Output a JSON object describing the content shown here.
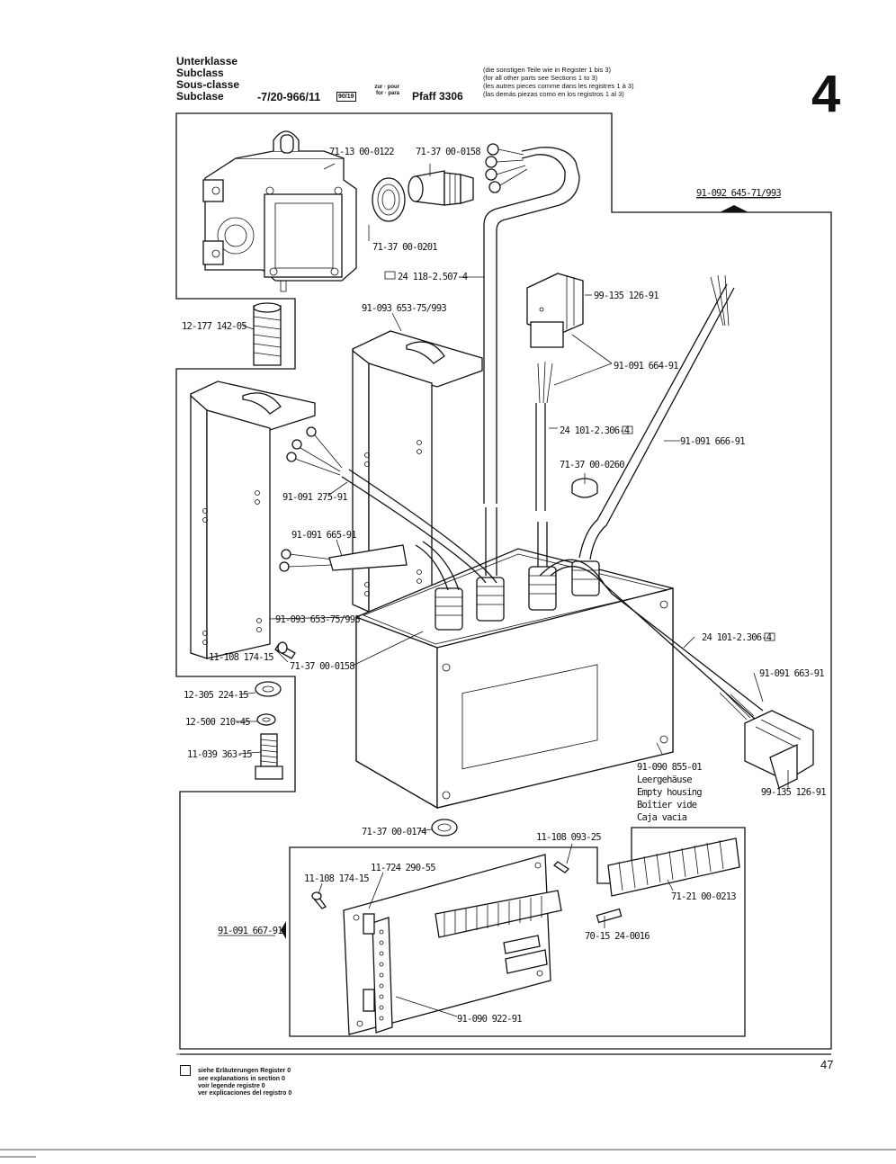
{
  "header": {
    "subclass_de": "Unterklasse",
    "subclass_en": "Subclass",
    "subclass_fr": "Sous-classe",
    "subclass_es": "Subclase",
    "code": "-7/20-966/11",
    "badge": "90/19",
    "zur_pour": "zur · pour",
    "for_para": "for · para",
    "machine": "Pfaff 3306",
    "notes": [
      "(die sonstigen Teile wie in Register 1 bis 3)",
      "(for all other parts see Sections 1 to 3)",
      "(les autres pieces comme dans les registres 1 à 3)",
      "(las demás piezas como en los registros 1 al 3)"
    ],
    "section_number": "4"
  },
  "parts": {
    "p1": "71-13 00-0122",
    "p2": "71-37 00-0158",
    "p3": "91-092 645-71/993",
    "p4": "71-37 00-0201",
    "p5": "24 118-2.507-4",
    "p6": "99-135 126-91",
    "p7": "91-093 653-75/993",
    "p8": "12-177 142-05",
    "p9": "91-091 664-91",
    "p10": "24 101-2.306-4",
    "p11": "91-091 666-91",
    "p12": "71-37 00-0260",
    "p13": "91-091 275-91",
    "p14": "91-091 665-91",
    "p15": "91-093 653-75/993",
    "p16": "24 101-2.306-4",
    "p17": "11-108 174-15",
    "p18": "71-37 00-0158",
    "p19": "91-091 663-91",
    "p20": "12-305 224-15",
    "p21": "12-500 210-45",
    "p22": "11-039 363-15",
    "p23": "91-090 855-01",
    "p24": "99-135 126-91",
    "p25": "71-37 00-0174",
    "p26": "11-108 093-25",
    "p27": "11-724 290-55",
    "p28": "11-108 174-15",
    "p29": "71-21 00-0213",
    "p30": "91-091 667-91",
    "p31": "70-15 24-0016",
    "p32": "91-090 922-91"
  },
  "housing_desc": [
    "Leergehäuse",
    "Empty housing",
    "Boîtier vide",
    "Caja vacia"
  ],
  "page_number": "47",
  "footer": [
    "siehe Erläuterungen Register 0",
    "see explanations in section 0",
    "voir legende registre 0",
    "ver explicaciones del registro 0"
  ]
}
